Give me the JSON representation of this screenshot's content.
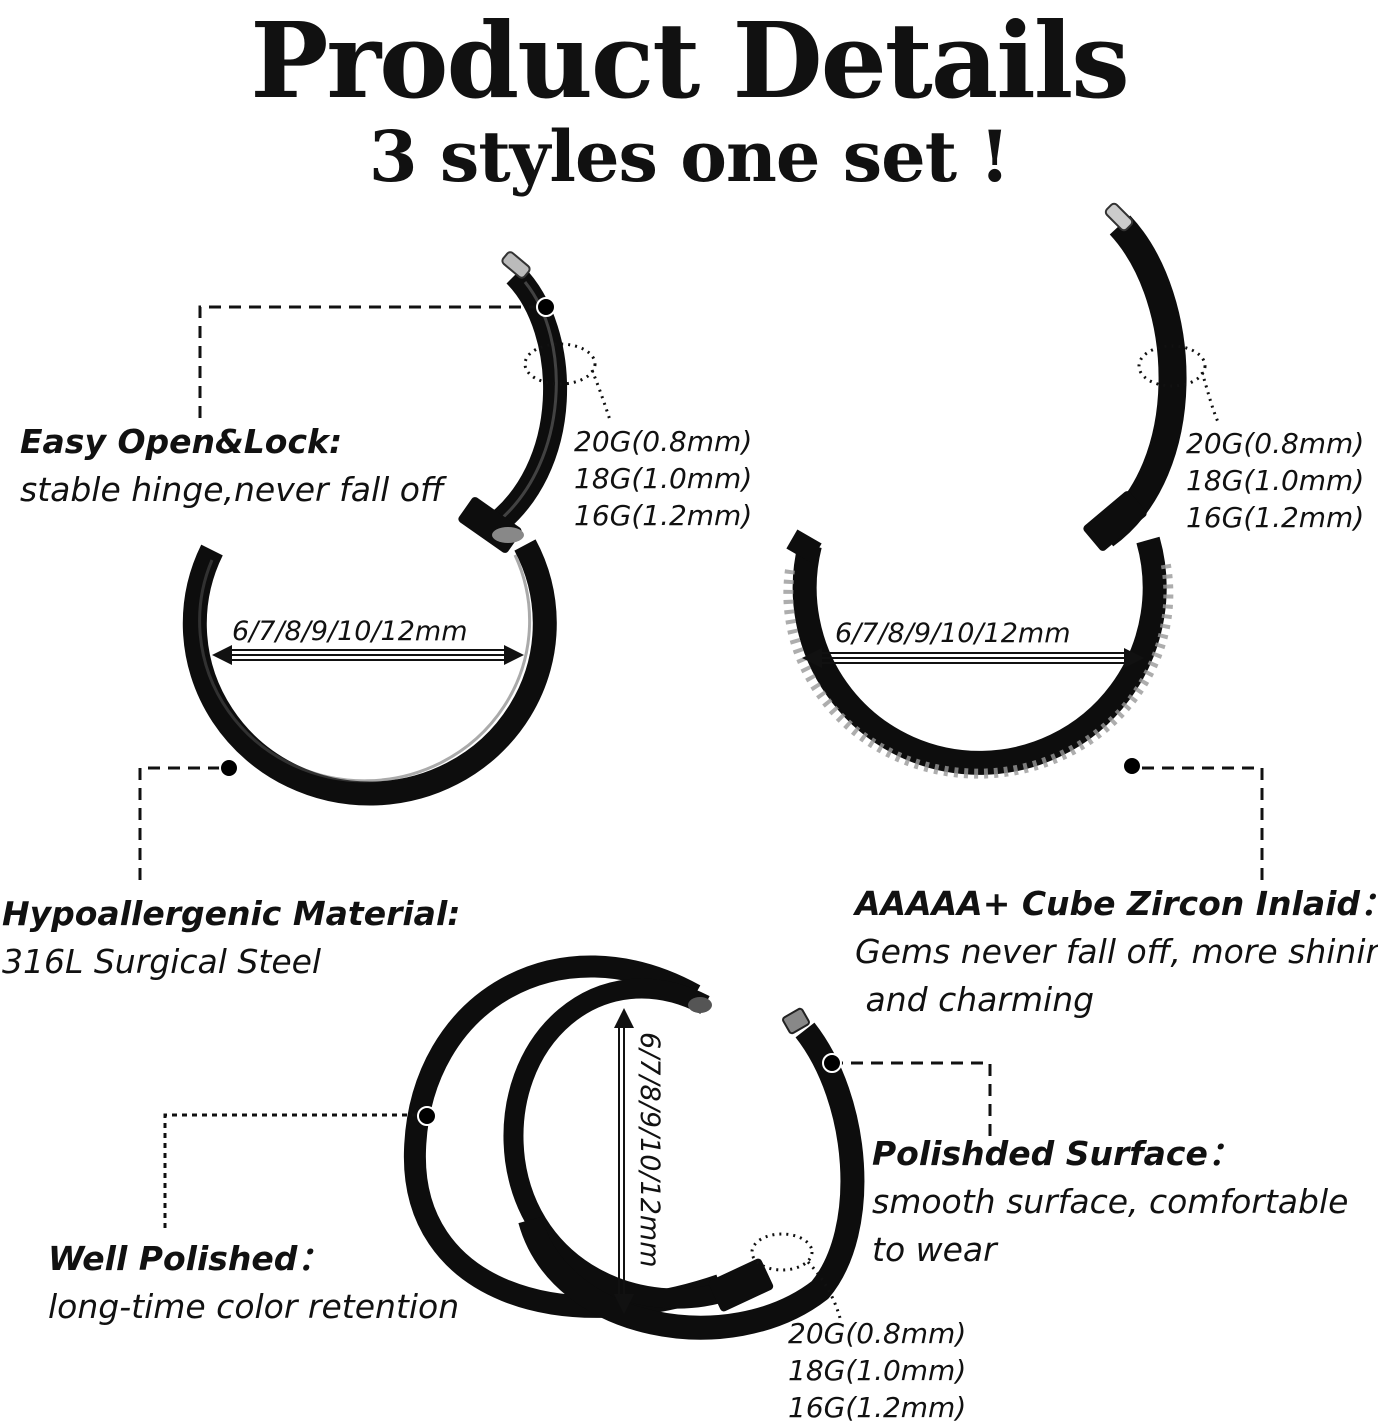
{
  "header": {
    "title": "Product Details",
    "subtitle": "3 styles one set !"
  },
  "features": {
    "easy_open": {
      "heading": "Easy Open&Lock:",
      "text": "stable hinge,never fall off"
    },
    "hypoallergenic": {
      "heading": "Hypoallergenic Material:",
      "text": "316L Surgical Steel"
    },
    "zircon": {
      "heading": "AAAAA+ Cube Zircon Inlaid：",
      "line1": "Gems never fall off, more shining",
      "line2": " and charming"
    },
    "polished_surface": {
      "heading": "Polishded Surface：",
      "line1": "smooth surface, comfortable",
      "line2": "to wear"
    },
    "well_polished": {
      "heading": "Well Polished：",
      "text": "long-time color retention"
    }
  },
  "gauges": [
    "20G(0.8mm)",
    "18G(1.0mm)",
    "16G(1.2mm)"
  ],
  "diameter": "6/7/8/9/10/12mm",
  "colors": {
    "ring": "#0d0d0d",
    "text": "#111111",
    "background": "#ffffff"
  }
}
